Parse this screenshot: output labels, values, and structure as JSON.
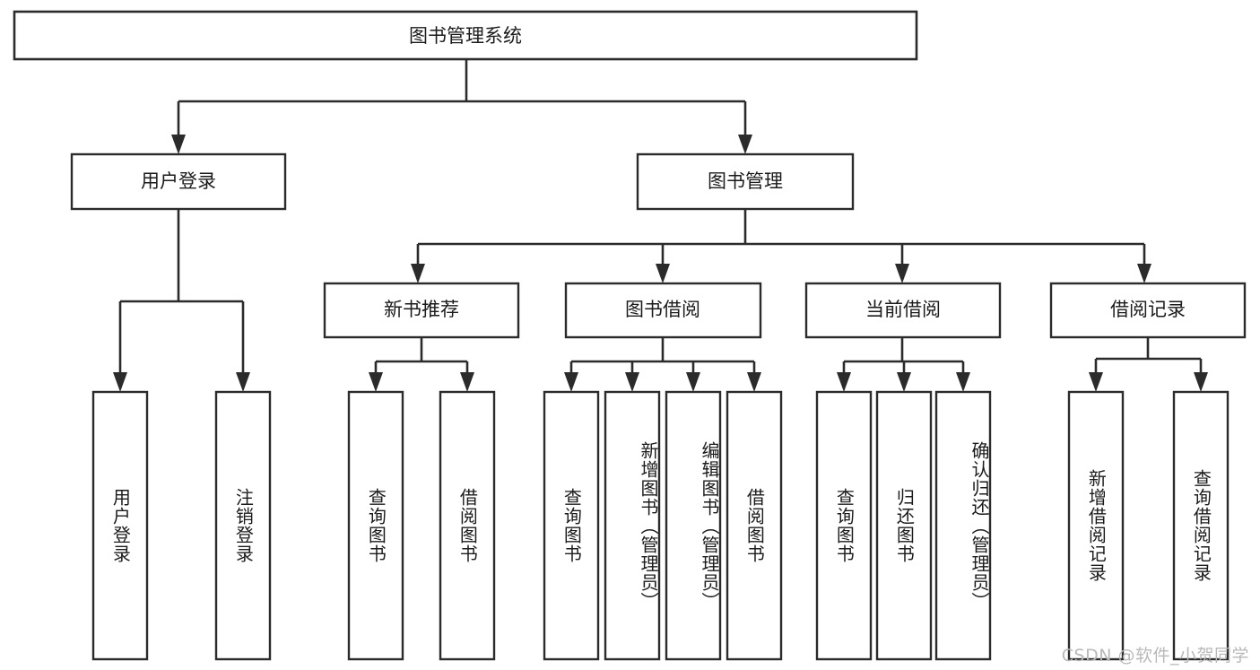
{
  "diagram": {
    "type": "tree",
    "title": "图书管理系统",
    "orientation": "top-down",
    "colors": {
      "stroke": "#2b2b2b",
      "box_fill": "#ffffff",
      "text": "#1b1b1b",
      "background": "#ffffff",
      "watermark": "#b9b9b9"
    },
    "root": {
      "id": "root",
      "label": "图书管理系统",
      "orientation": "horizontal"
    },
    "level2": [
      {
        "id": "n-user-login",
        "label": "用户登录",
        "orientation": "horizontal"
      },
      {
        "id": "n-book-manage",
        "label": "图书管理",
        "orientation": "horizontal"
      }
    ],
    "level3": [
      {
        "id": "n-new-book-rec",
        "label": "新书推荐",
        "orientation": "horizontal"
      },
      {
        "id": "n-book-borrow",
        "label": "图书借阅",
        "orientation": "horizontal"
      },
      {
        "id": "n-current-borrow",
        "label": "当前借阅",
        "orientation": "horizontal"
      },
      {
        "id": "n-borrow-record",
        "label": "借阅记录",
        "orientation": "horizontal"
      }
    ],
    "leaves": {
      "user_login": [
        {
          "id": "leaf-user-login",
          "label": "用户登录",
          "orientation": "vertical"
        },
        {
          "id": "leaf-logout-login",
          "label": "注销登录",
          "orientation": "vertical"
        }
      ],
      "new_book_rec": [
        {
          "id": "leaf-query-book-1",
          "label": "查询图书",
          "orientation": "vertical"
        },
        {
          "id": "leaf-borrow-book-1",
          "label": "借阅图书",
          "orientation": "vertical"
        }
      ],
      "book_borrow": [
        {
          "id": "leaf-query-book-2",
          "label": "查询图书",
          "orientation": "vertical"
        },
        {
          "id": "leaf-add-book",
          "label": "新增图书（管理员）",
          "orientation": "vertical"
        },
        {
          "id": "leaf-edit-book",
          "label": "编辑图书（管理员）",
          "orientation": "vertical"
        },
        {
          "id": "leaf-borrow-book-2",
          "label": "借阅图书",
          "orientation": "vertical"
        }
      ],
      "current_borrow": [
        {
          "id": "leaf-query-book-3",
          "label": "查询图书",
          "orientation": "vertical"
        },
        {
          "id": "leaf-return-book",
          "label": "归还图书",
          "orientation": "vertical"
        },
        {
          "id": "leaf-confirm-return",
          "label": "确认归还（管理员）",
          "orientation": "vertical"
        }
      ],
      "borrow_record": [
        {
          "id": "leaf-add-record",
          "label": "新增借阅记录",
          "orientation": "vertical"
        },
        {
          "id": "leaf-query-record",
          "label": "查询借阅记录",
          "orientation": "vertical"
        }
      ]
    }
  },
  "watermark": {
    "text": "CSDN @软件_小贺同学"
  }
}
